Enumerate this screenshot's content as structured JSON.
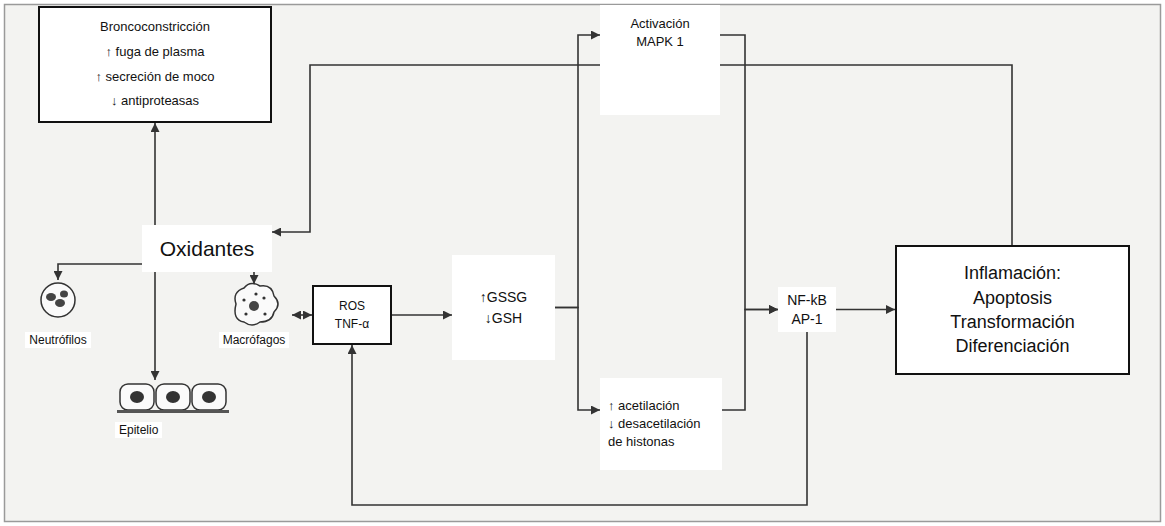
{
  "diagram": {
    "nodes": [
      {
        "text": [
          "Broncoconstricción",
          "↑ fuga de plasma",
          "↑ secreción de moco",
          "↓ antiproteasas"
        ]
      },
      {
        "text": [
          "Oxidantes"
        ]
      },
      {
        "text": [
          "Neutrófilos"
        ]
      },
      {
        "text": [
          "Macrófagos"
        ]
      },
      {
        "text": [
          "Epitelio"
        ]
      },
      {
        "text": [
          "ROS",
          "TNF-α"
        ]
      },
      {
        "text": [
          "↑GSSG",
          "↓GSH"
        ]
      },
      {
        "text": [
          "Activación MAPK 1"
        ]
      },
      {
        "text": [
          "↑ acetilación",
          "↓ desacetilación de histonas"
        ]
      },
      {
        "text": [
          "NF-kB",
          "AP-1"
        ]
      },
      {
        "text": [
          "Inflamación:",
          "Apoptosis",
          "Transformación",
          "Diferenciación"
        ]
      }
    ],
    "edges": [
      {
        "from": 1,
        "to": 0,
        "arrow": "to"
      },
      {
        "from": 1,
        "to": 2,
        "arrow": "to"
      },
      {
        "from": 1,
        "to": 4,
        "arrow": "to"
      },
      {
        "from": 1,
        "to": 3,
        "arrow": "to"
      },
      {
        "from": 3,
        "to": 5,
        "arrow": "both"
      },
      {
        "from": 5,
        "to": 6,
        "arrow": "to"
      },
      {
        "from": 6,
        "to": 7,
        "arrow": "to"
      },
      {
        "from": 6,
        "to": 8,
        "arrow": "to"
      },
      {
        "from": 7,
        "to": 9,
        "arrow": "to"
      },
      {
        "from": 8,
        "to": 9,
        "arrow": "to"
      },
      {
        "from": 9,
        "to": 10,
        "arrow": "to"
      },
      {
        "from": 10,
        "to": 1,
        "arrow": "to"
      },
      {
        "from": 9,
        "to": 5,
        "arrow": "to"
      }
    ]
  }
}
